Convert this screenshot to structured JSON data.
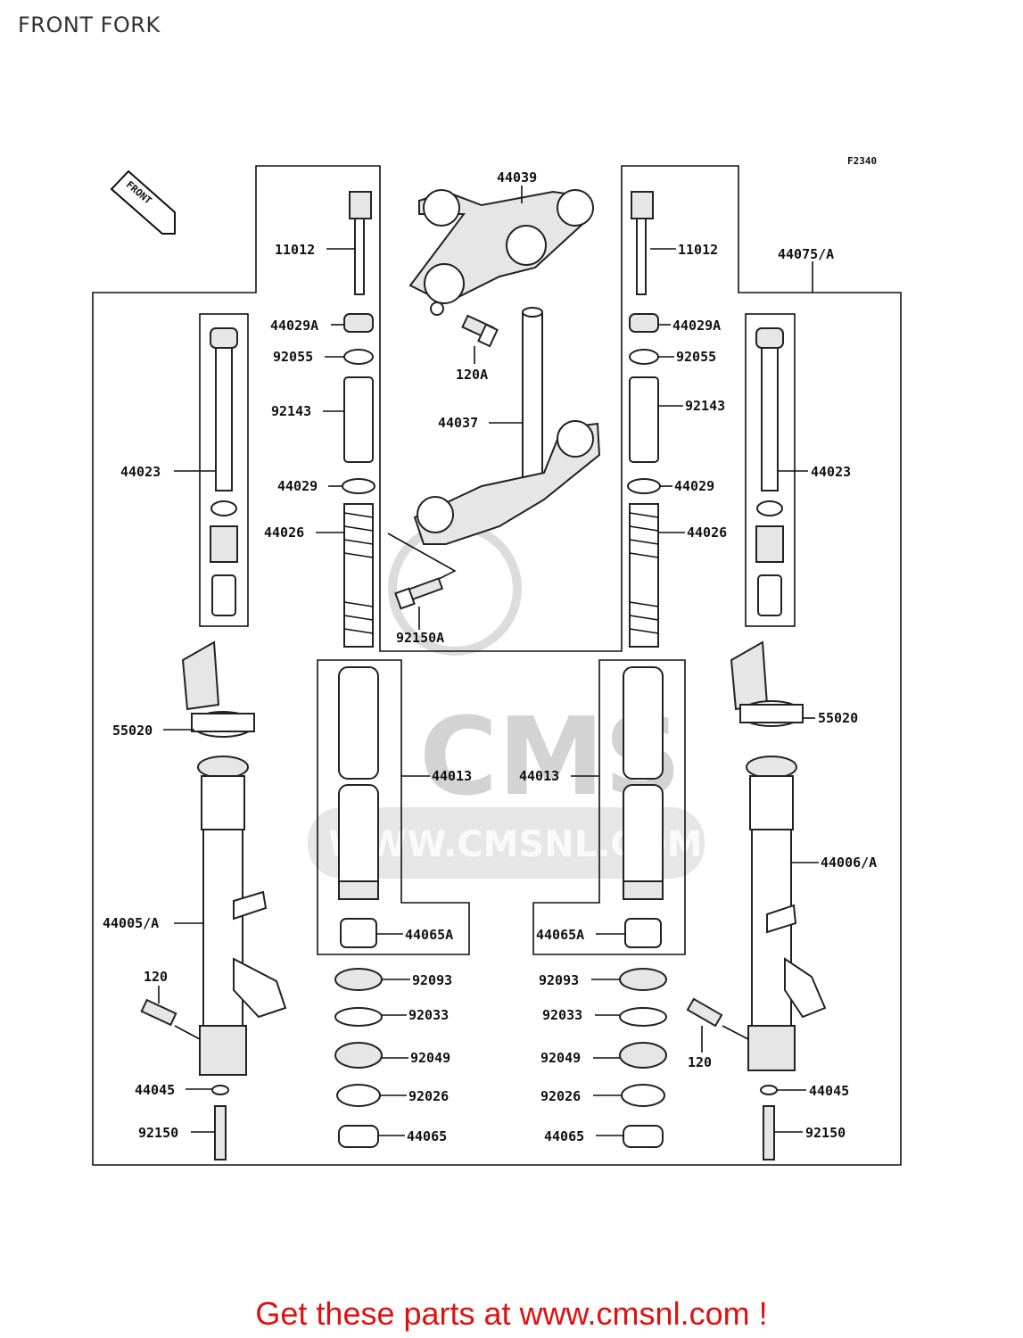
{
  "title": "FRONT FORK",
  "figure_code": "F2340",
  "front_arrow": "FRONT",
  "watermark": {
    "logo": "CMS",
    "url": "WWW.CMSNL.COM"
  },
  "labels": {
    "p44039": "44039",
    "p11012_l": "11012",
    "p11012_r": "11012",
    "p44075A": "44075/A",
    "p44029A_l": "44029A",
    "p44029A_r": "44029A",
    "p92055_l": "92055",
    "p92055_r": "92055",
    "p120A": "120A",
    "p92143_l": "92143",
    "p92143_r": "92143",
    "p44037": "44037",
    "p44023_l": "44023",
    "p44023_r": "44023",
    "p44029_l": "44029",
    "p44029_r": "44029",
    "p44026_l": "44026",
    "p44026_r": "44026",
    "p92150A": "92150A",
    "p55020_l": "55020",
    "p55020_r": "55020",
    "p44013_l": "44013",
    "p44013_r": "44013",
    "p44006A": "44006/A",
    "p44005A": "44005/A",
    "p44065A_l": "44065A",
    "p44065A_r": "44065A",
    "p120_l": "120",
    "p120_r": "120",
    "p92093_l": "92093",
    "p92093_r": "92093",
    "p92033_l": "92033",
    "p92033_r": "92033",
    "p92049_l": "92049",
    "p92049_r": "92049",
    "p92026_l": "92026",
    "p92026_r": "92026",
    "p44045_l": "44045",
    "p44045_r": "44045",
    "p44065_l": "44065",
    "p44065_r": "44065",
    "p92150_l": "92150",
    "p92150_r": "92150"
  },
  "footer": "Get these parts at www.cmsnl.com !"
}
